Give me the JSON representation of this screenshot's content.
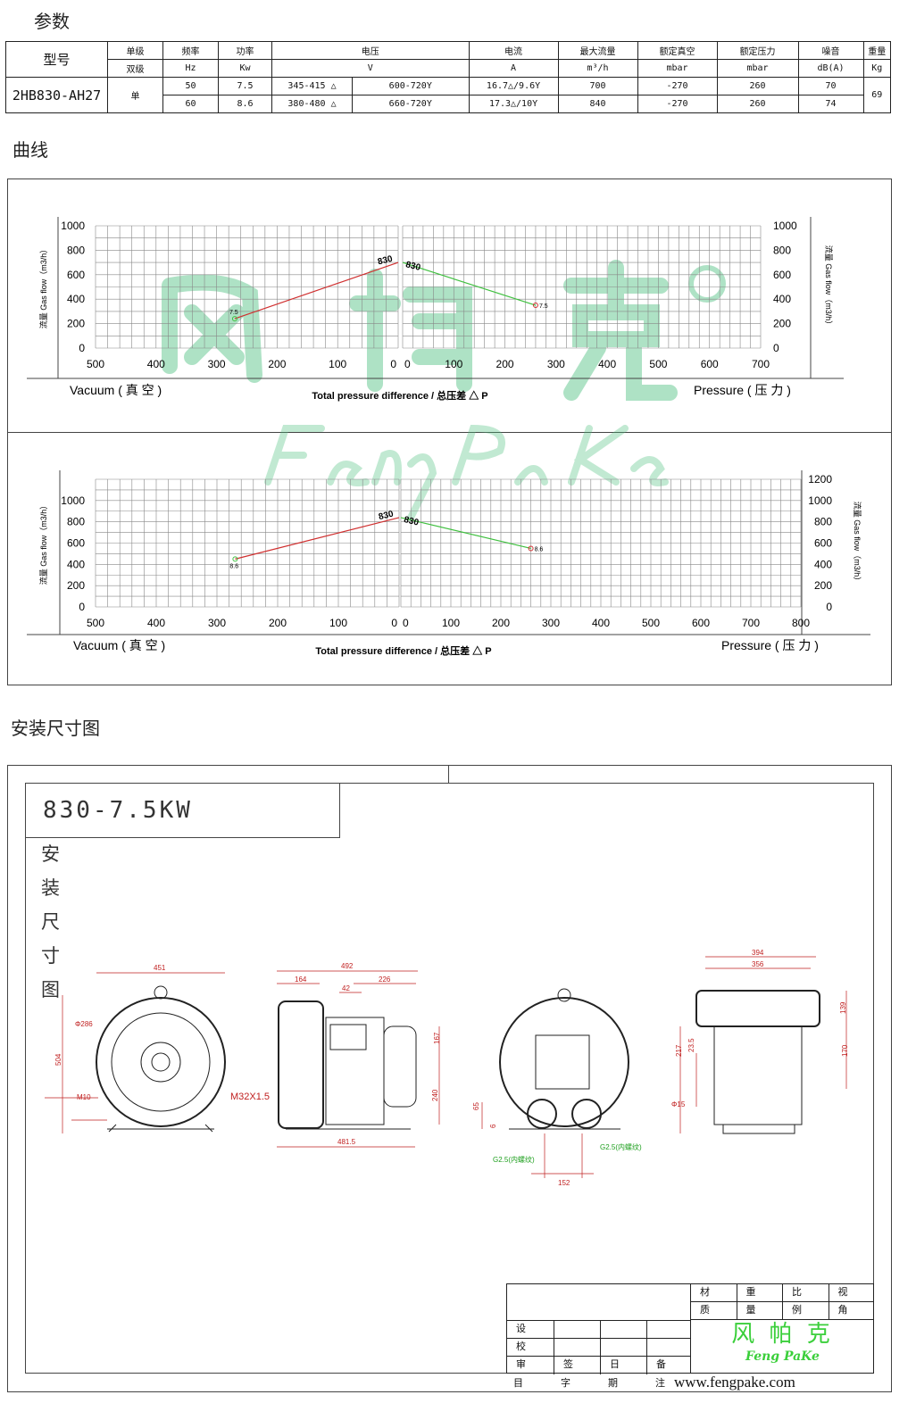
{
  "sections": {
    "params": "参数",
    "curves": "曲线",
    "install": "安装尺寸图"
  },
  "table": {
    "headers1": [
      "型号",
      "单级",
      "频率",
      "功率",
      "电压",
      "电流",
      "最大流量",
      "额定真空",
      "额定压力",
      "噪音",
      "重量"
    ],
    "headers2": [
      "双级",
      "Hz",
      "Kw",
      "V",
      "A",
      "m³/h",
      "mbar",
      "mbar",
      "dB(A)",
      "Kg"
    ],
    "model": "2HB830-AH27",
    "stage": "单",
    "weight": "69",
    "rows": [
      {
        "hz": "50",
        "kw": "7.5",
        "v_delta": "345-415 △",
        "v_y": "600-720Y",
        "a": "16.7△/9.6Y",
        "flow": "700",
        "vac": "-270",
        "press": "260",
        "db": "70"
      },
      {
        "hz": "60",
        "kw": "8.6",
        "v_delta": "380-480 △",
        "v_y": "660-720Y",
        "a": "17.3△/10Y",
        "flow": "840",
        "vac": "-270",
        "press": "260",
        "db": "74"
      }
    ]
  },
  "watermark": {
    "cn": "风 帕 克",
    "reg": "®",
    "en": "FengPaKe"
  },
  "chart_data": [
    {
      "type": "line",
      "ylabel": "流量 Gas flow（m3/h）",
      "xlabel": "Total pressure difference / 总压差 △ P",
      "left_label": "Vacuum ( 真 空 )",
      "right_label": "Pressure ( 压 力 )",
      "left_x_ticks": [
        500,
        400,
        300,
        200,
        100,
        0
      ],
      "right_x_ticks": [
        0,
        100,
        200,
        300,
        400,
        500,
        600,
        700
      ],
      "left_y_ticks": [
        0,
        200,
        400,
        600,
        800,
        1000
      ],
      "right_y_ticks": [
        0,
        200,
        400,
        600,
        800,
        1000
      ],
      "xlim_vacuum": [
        0,
        500
      ],
      "xlim_pressure": [
        0,
        700
      ],
      "ylim": [
        0,
        1000
      ],
      "series": [
        {
          "name": "830 vacuum",
          "color": "#d03030",
          "points": [
            [
              270,
              240
            ],
            [
              0,
              700
            ]
          ],
          "labels": [
            "7.5",
            "830"
          ]
        },
        {
          "name": "830 pressure",
          "color": "#40c040",
          "points": [
            [
              0,
              700
            ],
            [
              260,
              350
            ]
          ],
          "labels": [
            "830",
            "7.5"
          ]
        }
      ]
    },
    {
      "type": "line",
      "ylabel": "流量 Gas flow（m3/h）",
      "xlabel": "Total pressure difference / 总压差 △ P",
      "left_label": "Vacuum ( 真 空 )",
      "right_label": "Pressure ( 压 力 )",
      "left_x_ticks": [
        500,
        400,
        300,
        200,
        100,
        0
      ],
      "right_x_ticks": [
        0,
        100,
        200,
        300,
        400,
        500,
        600,
        700,
        800
      ],
      "left_y_ticks": [
        0,
        200,
        400,
        600,
        800,
        1000
      ],
      "right_y_ticks": [
        0,
        200,
        400,
        600,
        800,
        1000,
        1200
      ],
      "xlim_vacuum": [
        0,
        500
      ],
      "xlim_pressure": [
        0,
        800
      ],
      "ylim": [
        0,
        1200
      ],
      "series": [
        {
          "name": "830 vacuum",
          "color": "#d03030",
          "points": [
            [
              270,
              450
            ],
            [
              0,
              840
            ]
          ],
          "labels": [
            "8.6",
            "830"
          ]
        },
        {
          "name": "830 pressure",
          "color": "#40c040",
          "points": [
            [
              0,
              840
            ],
            [
              260,
              550
            ]
          ],
          "labels": [
            "830",
            "8.6"
          ]
        }
      ]
    }
  ],
  "drawing": {
    "title": "830-7.5KW",
    "vertical": [
      "安",
      "装",
      "尺",
      "寸",
      "图"
    ],
    "dims_front": [
      "451",
      "Φ286",
      "504",
      "M10"
    ],
    "dims_side": [
      "492",
      "164",
      "42",
      "226",
      "167",
      "240",
      "481.5",
      "M32X1.5"
    ],
    "dims_outlet": [
      "65",
      "6",
      "152",
      "G2.5(内螺纹)",
      "G2.5(内螺纹)"
    ],
    "dims_top": [
      "394",
      "356",
      "139",
      "170",
      "217",
      "23.5",
      "Φ15"
    ]
  },
  "titleblock": {
    "top": [
      "材",
      "重",
      "比",
      "视"
    ],
    "top2": [
      "质",
      "量",
      "例",
      "角"
    ],
    "rows": [
      "设",
      "校",
      "审"
    ],
    "bottom": [
      "目",
      "字",
      "期",
      "注"
    ],
    "mid": [
      "签",
      "日",
      "备"
    ],
    "logo_cn": "风 帕 克",
    "logo_en": "Feng PaKe",
    "url": "www.fengpake.com"
  }
}
